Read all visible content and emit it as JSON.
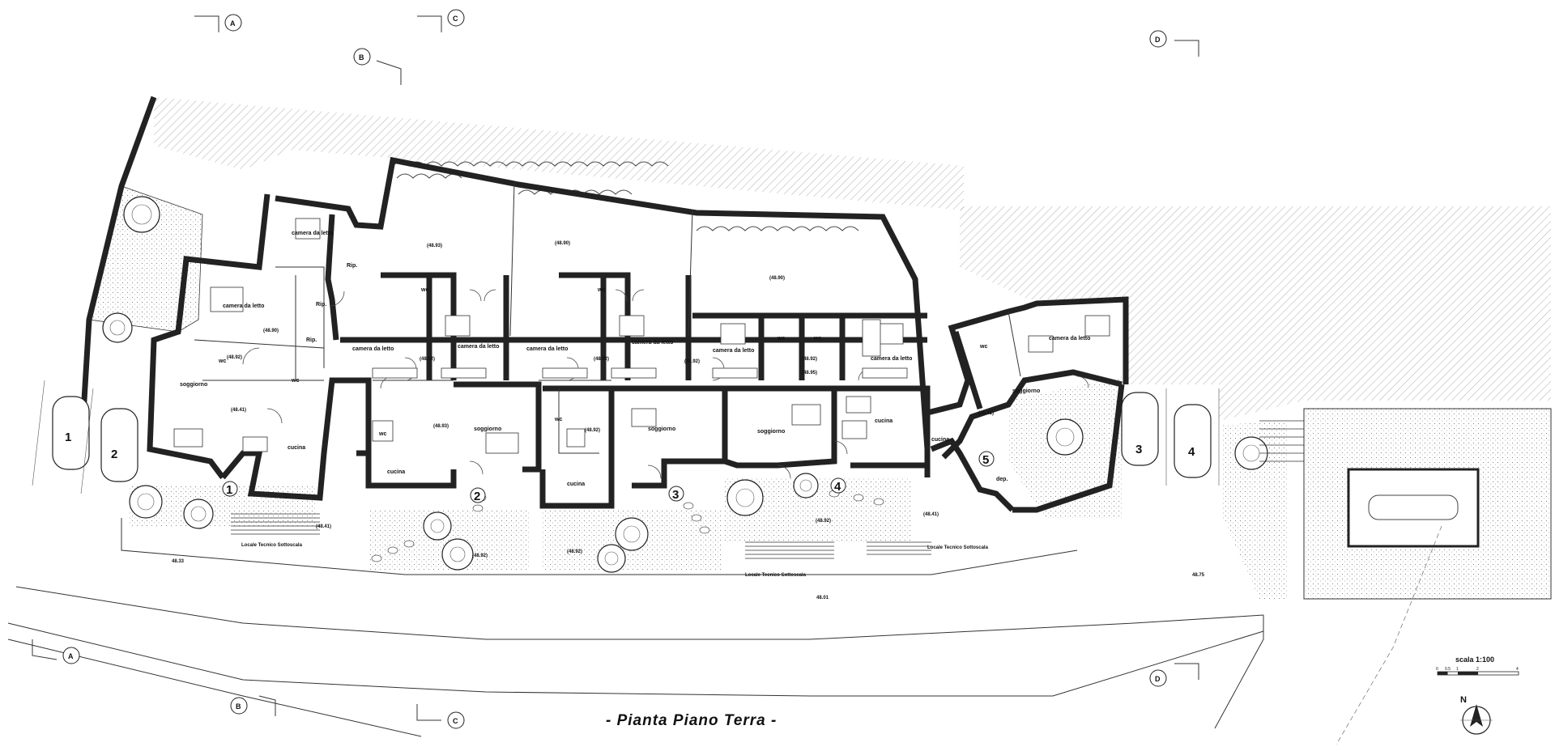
{
  "title": "- Pianta Piano Terra -",
  "scale": {
    "label": "scala 1:100",
    "ticks": [
      "0",
      "0.5",
      "1",
      "2",
      "4"
    ]
  },
  "north_label": "N",
  "section_markers": [
    "A",
    "A",
    "B",
    "B",
    "C",
    "C",
    "D",
    "D"
  ],
  "rooms": {
    "soggiorno": "soggiorno",
    "cucina": "cucina",
    "wc": "wc",
    "camera_da_letto": "camera da letto",
    "rip": "Rip.",
    "dep": "dep.",
    "locale_tecnico": "Locale Tecnico Sottoscala"
  },
  "entrances": [
    "1",
    "2",
    "3",
    "4",
    "5"
  ],
  "parking": [
    "1",
    "2",
    "3",
    "4"
  ],
  "elevations": {
    "e_4893": "(48.93)",
    "e_4890a": "(48.90)",
    "e_4890b": "(48.90)",
    "e_4890c": "(48.90)",
    "e_4892a": "(48.92)",
    "e_4892b": "(48.92)",
    "e_4893b": "(48.93)",
    "e_4895": "(48.95)",
    "e_4841a": "(48.41)",
    "e_4841b": "(48.41)",
    "e_4841c": "(48.41)",
    "e_4841d": "(48.41)",
    "e_4892c": "(48.92)",
    "e_4892d": "(48.92)",
    "e_4892e": "(48.92)",
    "e_4892f": "(48.92)",
    "e_4892g": "(48.92)",
    "e_4892h": "(48.92)",
    "e_4892i": "(48.92)",
    "e_4833": "48.33",
    "e_4801": "48.01",
    "e_4875": "48.75"
  }
}
